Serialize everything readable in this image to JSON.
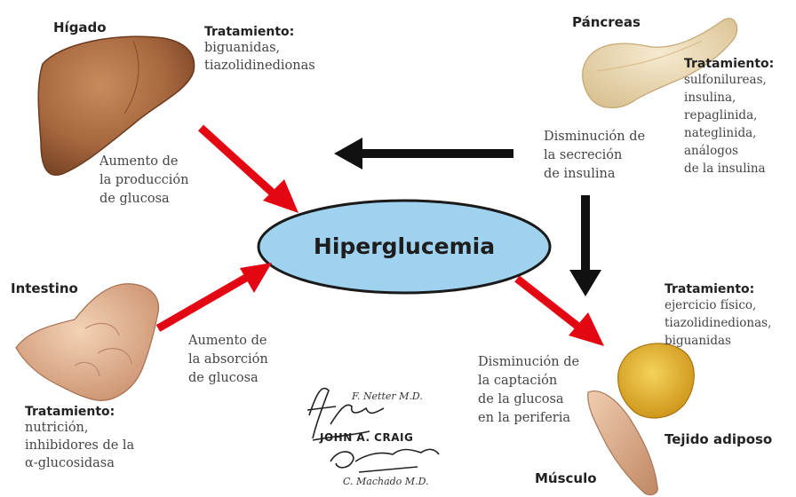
{
  "center": {
    "label": "Hiperglucemia",
    "fill": "#9fd2ee"
  },
  "liver": {
    "label": "Hígado",
    "treatment_title": "Tratamiento:",
    "treatment_lines": [
      "biguanidas,",
      "tiazolidinedionas"
    ],
    "mechanism_lines": [
      "Aumento de",
      "la producción",
      "de glucosa"
    ]
  },
  "pancreas": {
    "label": "Páncreas",
    "treatment_title": "Tratamiento:",
    "treatment_lines": [
      "sulfonilureas,",
      "insulina,",
      "repaglinida,",
      "nateglinida,",
      "análogos",
      "de la insulina"
    ],
    "mechanism_lines": [
      "Disminución de",
      "la secreción",
      "de insulina"
    ]
  },
  "intestine": {
    "label": "Intestino",
    "treatment_title": "Tratamiento:",
    "treatment_lines": [
      "nutrición,",
      "inhibidores de la",
      "α-glucosidasa"
    ],
    "mechanism_lines": [
      "Aumento de",
      "la absorción",
      "de glucosa"
    ]
  },
  "adipose_muscle": {
    "adipose_label": "Tejido adiposo",
    "muscle_label": "Músculo",
    "treatment_title": "Tratamiento:",
    "treatment_lines": [
      "ejercicio físico,",
      "tiazolidinedionas,",
      "biguanidas"
    ],
    "mechanism_lines": [
      "Disminución de",
      "la captación",
      "de la glucosa",
      "en la periferia"
    ]
  },
  "signatures": [
    "F. Netter M.D.",
    "JOHN A. CRAIG",
    "C. Machado M.D."
  ],
  "colors": {
    "red_arrow": "#e30613",
    "black_arrow": "#111111",
    "liver": "#a8683f",
    "pancreas": "#ecd9b2",
    "intestine": "#e6b896",
    "adipose": "#e8b21e",
    "muscle": "#d9ab88"
  }
}
